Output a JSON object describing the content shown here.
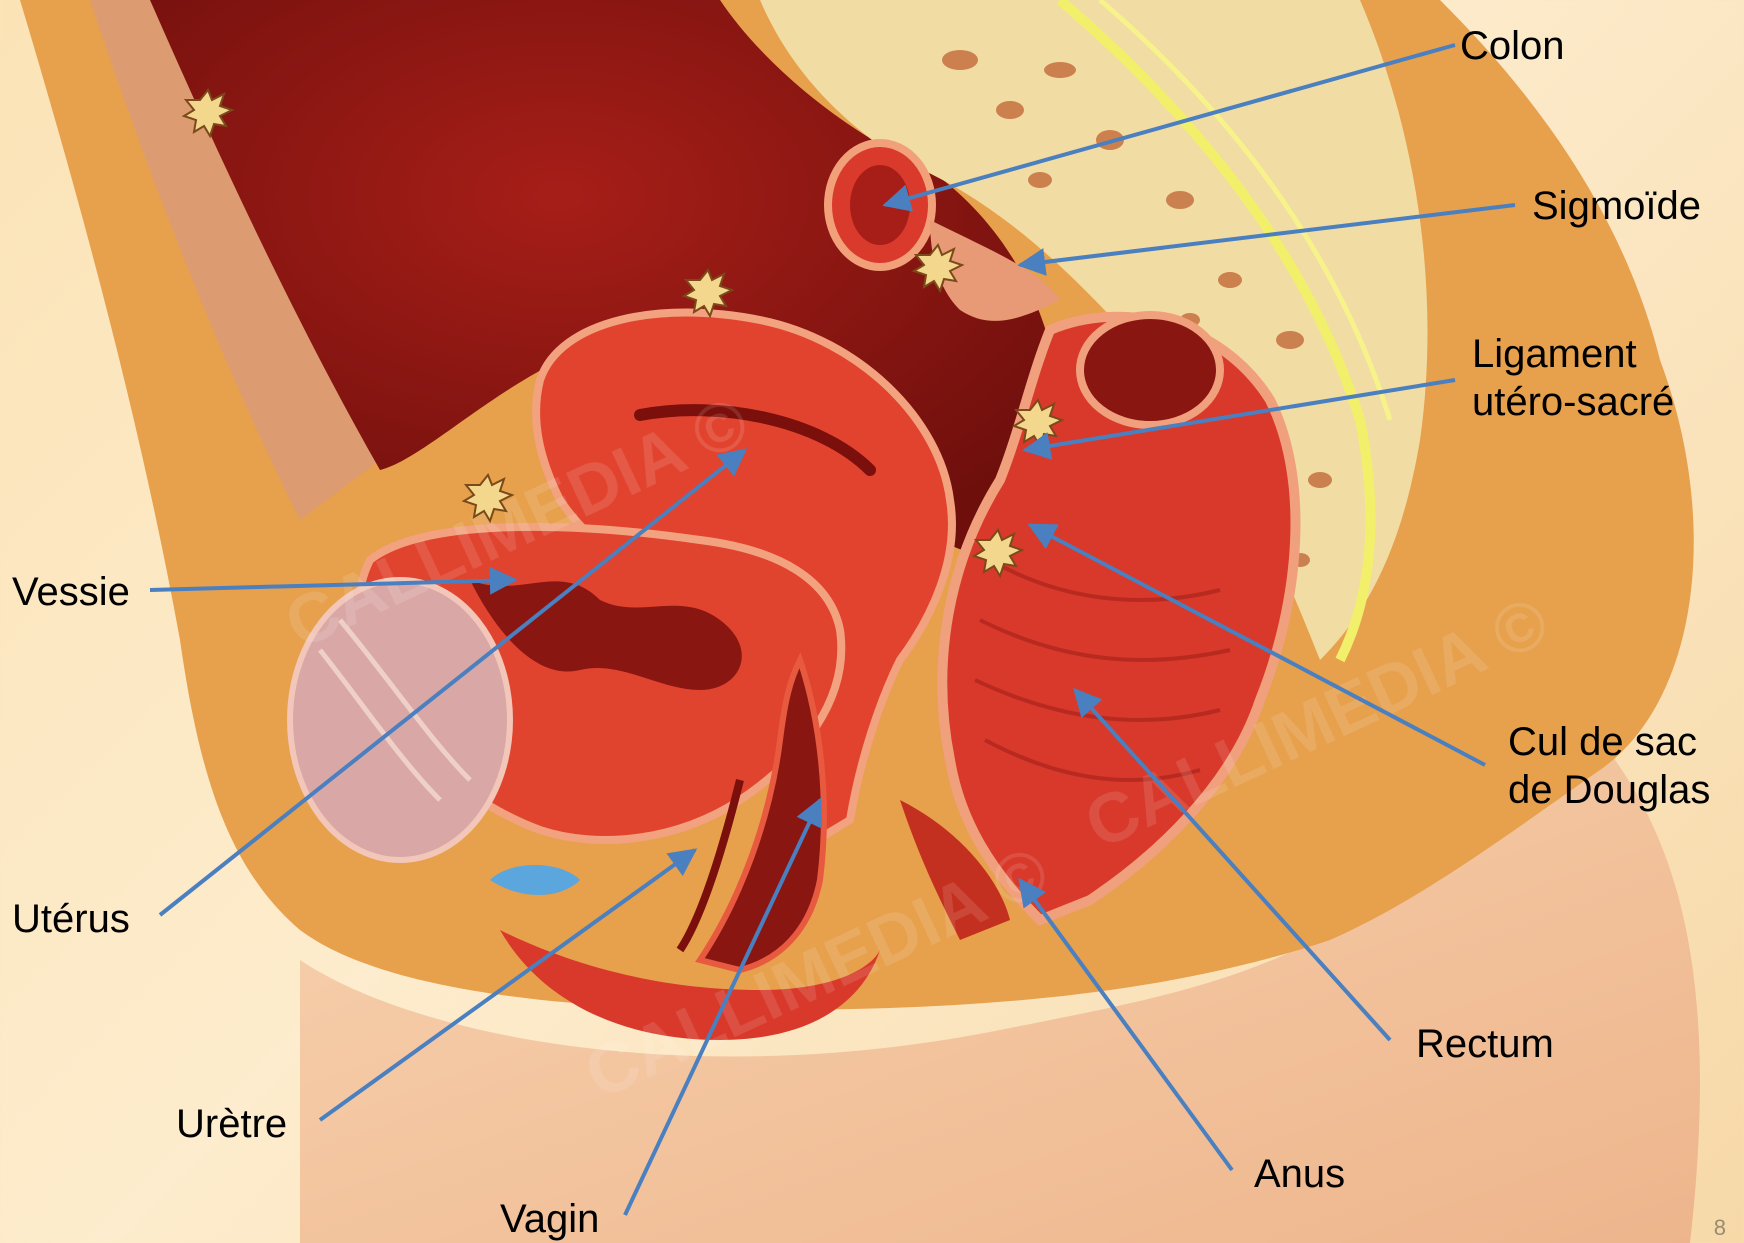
{
  "labels": {
    "colon": "Colon",
    "sigmoide": "Sigmoïde",
    "ligament": "Ligament\nutéro-sacré",
    "vessie": "Vessie",
    "cul_de_sac": "Cul de sac\nde Douglas",
    "uterus": "Utérus",
    "rectum": "Rectum",
    "uretre": "Urètre",
    "anus": "Anus",
    "vagin": "Vagin"
  },
  "page_number": "8",
  "watermark_text": "CALLIMEDIA ©",
  "colors": {
    "arrow": "#4a7fc0",
    "tissue_red": "#d93a2b",
    "cavity_dark": "#8a1612",
    "fat_orange": "#e9a14a",
    "skin": "#f4c49a",
    "bone": "#f1dca3",
    "lesion_marker": "#f3d78c"
  },
  "icons": [
    "endometriosis-lesion-icon"
  ]
}
